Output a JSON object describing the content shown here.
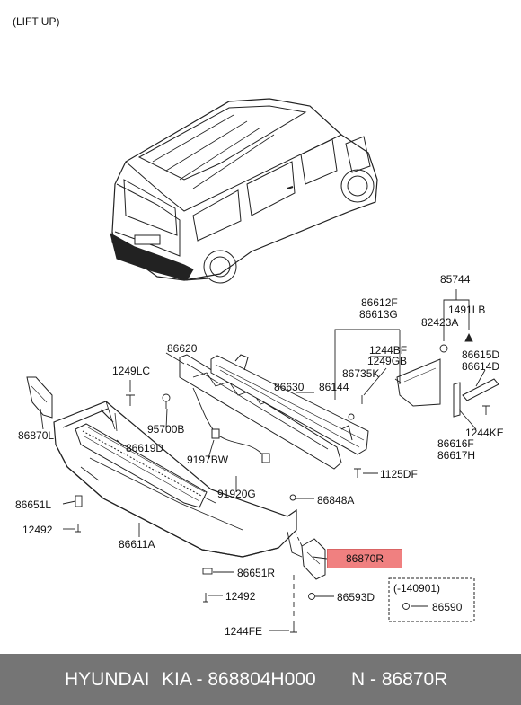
{
  "header": {
    "note": "(LIFT UP)"
  },
  "parts": {
    "p85744": "85744",
    "p86612f": "86612F",
    "p86613g": "86613G",
    "p1491lb": "1491LB",
    "p82423a": "82423A",
    "p86620": "86620",
    "p1244bf": "1244BF",
    "p1249gb": "1249GB",
    "p86615d": "86615D",
    "p86614d": "86614D",
    "p1249lc": "1249LC",
    "p86630": "86630",
    "p86144": "86144",
    "p86735k": "86735K",
    "p1244ke": "1244KE",
    "p86870l": "86870L",
    "p95700b": "95700B",
    "p86616f": "86616F",
    "p86617h": "86617H",
    "p86619d": "86619D",
    "p9197bw": "9197BW",
    "p1125df": "1125DF",
    "p91920g": "91920G",
    "p86651l": "86651L",
    "p86848a": "86848A",
    "p12492a": "12492",
    "p86611a": "86611A",
    "p86870r": "86870R",
    "p86651r": "86651R",
    "p86593d": "86593D",
    "p12492b": "12492",
    "p140901": "(-140901)",
    "p86590": "86590",
    "p1244fe": "1244FE"
  },
  "footer": {
    "brand": "HYUNDAI",
    "model": "KIA - 868804H000",
    "part": "N - 86870R"
  },
  "colors": {
    "highlight": "#f08080",
    "footer_bg": "#757575"
  }
}
